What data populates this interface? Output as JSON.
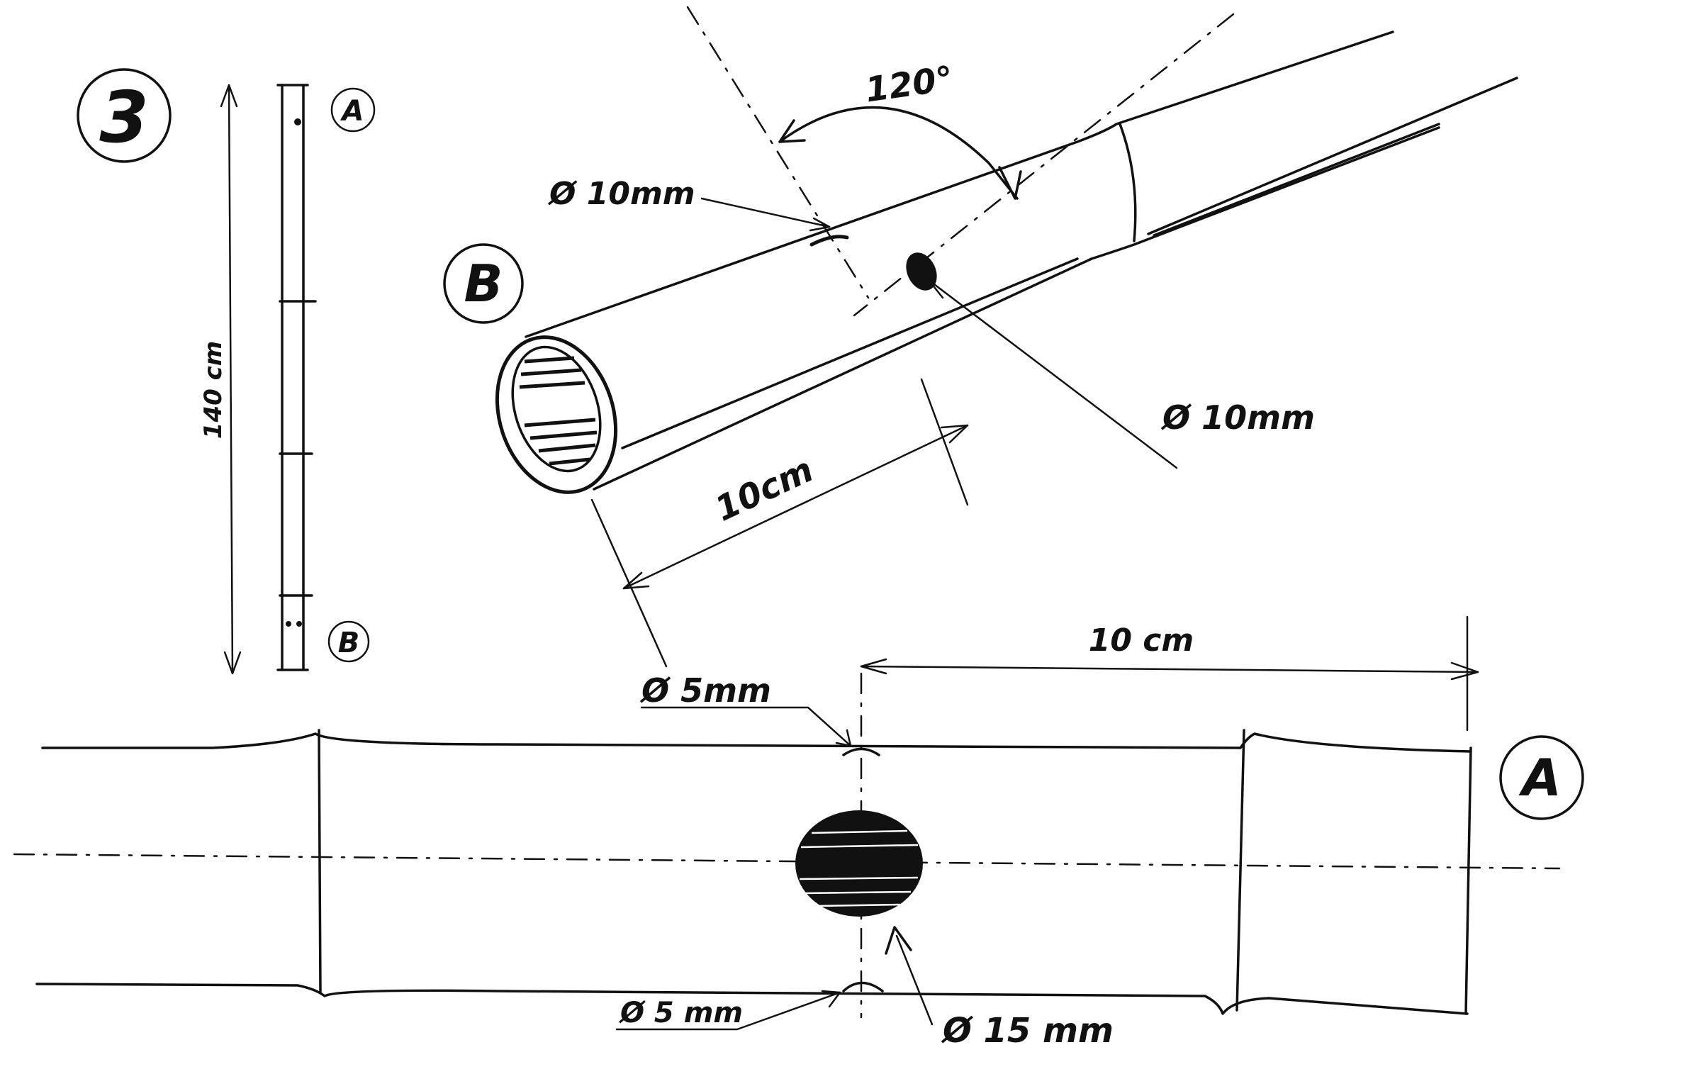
{
  "step_number": "3",
  "labels": {
    "end_a": "A",
    "end_b": "B"
  },
  "dimensions": {
    "total_length": "140 cm",
    "angle": "120°",
    "hole_side_top": "Ø 10mm",
    "hole_side_front": "Ø 10mm",
    "offset_b": "10cm",
    "offset_a": "10 cm",
    "hole_small_top": "Ø 5mm",
    "hole_small_bottom": "Ø 5 mm",
    "hole_large": "Ø 15 mm"
  },
  "colors": {
    "ink": "#111111",
    "paper": "#ffffff"
  }
}
